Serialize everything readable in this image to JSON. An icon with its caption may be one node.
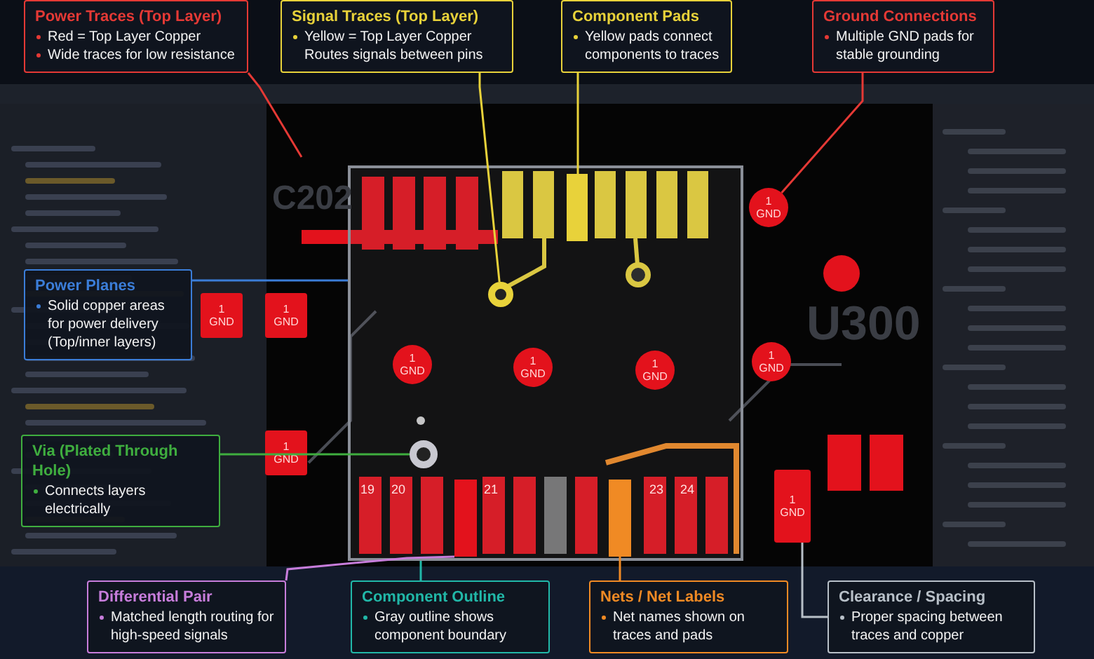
{
  "diagram": {
    "nodes": [
      {
        "text": [
          "Power Traces (Top Layer)",
          "Red = Top Layer Copper",
          "Wide traces for low resistance"
        ]
      },
      {
        "text": [
          "Signal Traces (Top Layer)",
          "Yellow = Top Layer Copper Routes signals between pins"
        ]
      },
      {
        "text": [
          "Component Pads",
          "Yellow pads connect components to traces"
        ]
      },
      {
        "text": [
          "Ground Connections",
          "Multiple GND pads for stable grounding"
        ]
      },
      {
        "text": [
          "Power Planes",
          "Solid copper areas for power delivery (Top/inner layers)"
        ]
      },
      {
        "text": [
          "Via (Plated Through Hole)",
          "Connects layers electrically"
        ]
      },
      {
        "text": [
          "Differential Pair",
          "Matched length routing for high-speed signals"
        ]
      },
      {
        "text": [
          "Component Outline",
          "Gray outline shows component boundary"
        ]
      },
      {
        "text": [
          "Nets / Net Labels",
          "Net names shown on traces and pads"
        ]
      },
      {
        "text": [
          "Clearance / Spacing",
          "Proper spacing between traces and copper"
        ]
      },
      {
        "text": [],
        "shape": "box"
      },
      {
        "text": [],
        "shape": "circle",
        "in": 10
      },
      {
        "text": [],
        "shape": "circle",
        "in": 10
      },
      {
        "text": [
          "1",
          "GND"
        ]
      },
      {
        "text": [
          "1",
          "GND"
        ]
      },
      {
        "text": [
          "1",
          "GND"
        ],
        "in": 10
      },
      {
        "text": [
          "1",
          "GND"
        ],
        "in": 10
      },
      {
        "text": [
          "1",
          "GND"
        ],
        "in": 10
      },
      {
        "text": [
          "1",
          "GND"
        ]
      },
      {
        "text": [
          "1",
          "GND"
        ]
      },
      {
        "text": [
          "1",
          "GND"
        ]
      },
      {
        "text": [
          "1",
          "GND"
        ]
      },
      {
        "text": [],
        "shape": "bar",
        "in": 10
      },
      {
        "text": [],
        "shape": "bar",
        "in": 10
      },
      {
        "text": [],
        "shape": "bar",
        "in": 10
      }
    ],
    "edges": [
      {
        "from": 0,
        "to": null,
        "arrow": "none",
        "color": "#e53935"
      },
      {
        "from": 1,
        "to": 12,
        "arrow": "none",
        "color": "#e8d23a"
      },
      {
        "from": 2,
        "to": 22,
        "arrow": "none",
        "color": "#e8d23a"
      },
      {
        "from": 3,
        "to": 18,
        "arrow": "none",
        "color": "#e53935"
      },
      {
        "from": 4,
        "to": 10,
        "arrow": "none",
        "color": "#3b7dd8"
      },
      {
        "from": 5,
        "to": 11,
        "arrow": "none",
        "color": "#3fae3f"
      },
      {
        "from": 6,
        "to": 23,
        "arrow": "none",
        "color": "#c77ddb"
      },
      {
        "from": 7,
        "to": 10,
        "arrow": "none",
        "color": "#21b8a8"
      },
      {
        "from": 8,
        "to": 24,
        "arrow": "none",
        "color": "#f08a24"
      },
      {
        "from": 9,
        "to": 21,
        "arrow": "none",
        "color": "#b8c0c8"
      }
    ],
    "labels": [
      "C202",
      "U300",
      "19",
      "20",
      "21",
      "23",
      "24"
    ]
  }
}
